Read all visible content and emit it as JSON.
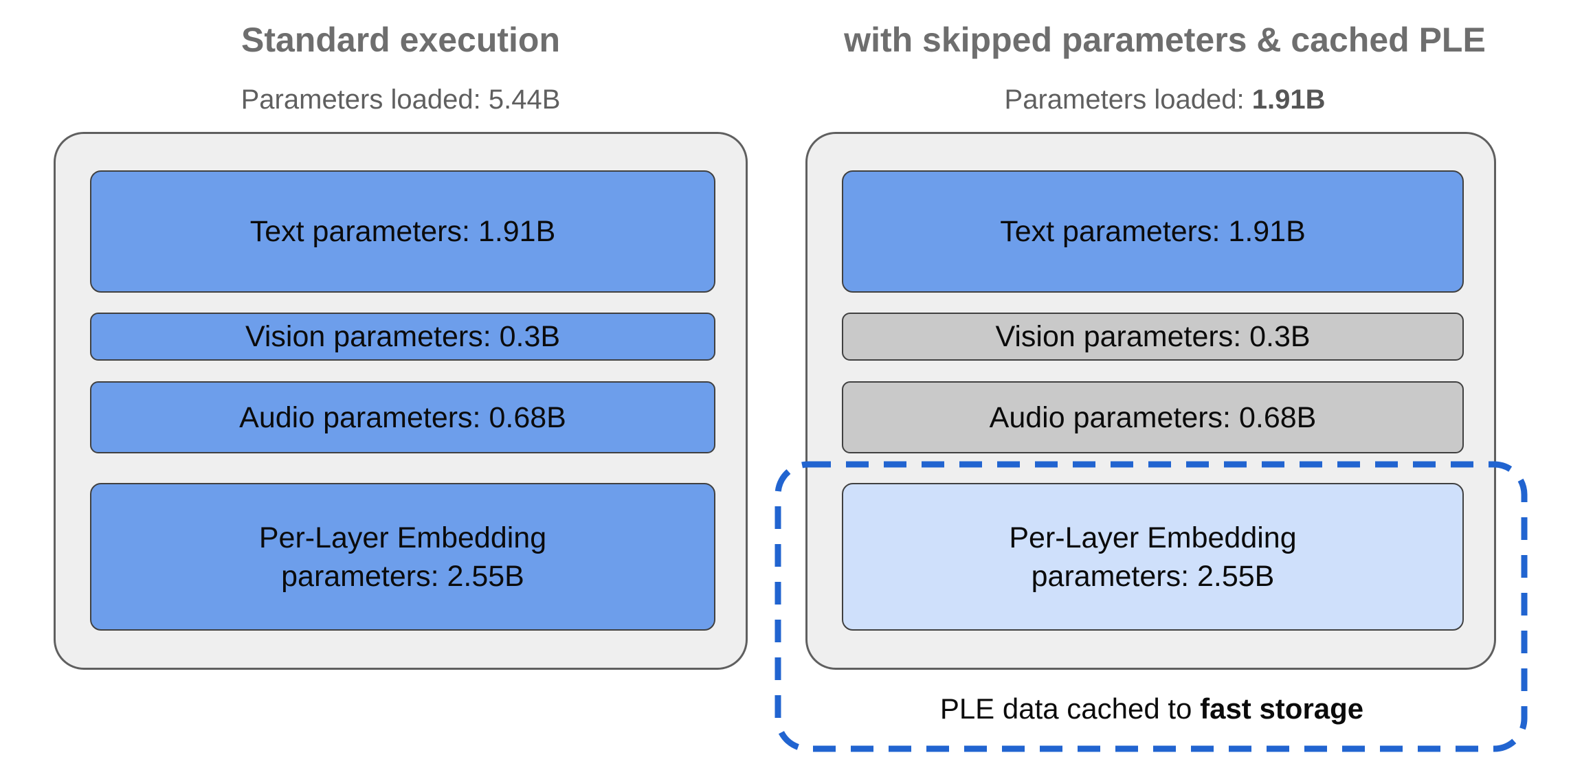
{
  "left": {
    "title": "Standard execution",
    "subtitle": {
      "label": "Parameters loaded:",
      "value": "5.44B"
    },
    "boxes": [
      {
        "id": "text",
        "label": "Text parameters: 1.91B"
      },
      {
        "id": "vision",
        "label": "Vision parameters: 0.3B"
      },
      {
        "id": "audio",
        "label": "Audio parameters: 0.68B"
      },
      {
        "id": "ple",
        "label": "Per-Layer Embedding\nparameters: 2.55B"
      }
    ]
  },
  "right": {
    "title": "with skipped parameters & cached PLE",
    "subtitle": {
      "label": "Parameters loaded:",
      "value": "1.91B"
    },
    "boxes": [
      {
        "id": "text",
        "label": "Text parameters: 1.91B"
      },
      {
        "id": "vision",
        "label": "Vision parameters: 0.3B"
      },
      {
        "id": "audio",
        "label": "Audio parameters: 0.68B"
      },
      {
        "id": "ple",
        "label": "Per-Layer Embedding\nparameters: 2.55B"
      }
    ],
    "ple_cache_note": {
      "prefix": "PLE data cached to",
      "emphasis": "fast storage"
    }
  },
  "colors": {
    "loaded_parameters_blue": "#6d9eeb",
    "skipped_parameters_gray": "#c9c9c9",
    "cached_ple_light_blue": "#cfe0fb",
    "container_gray": "#efefef",
    "container_border_gray": "#5f5f5f",
    "dashed_outline_blue": "#2164d0",
    "heading_gray": "#6e6e6e"
  }
}
